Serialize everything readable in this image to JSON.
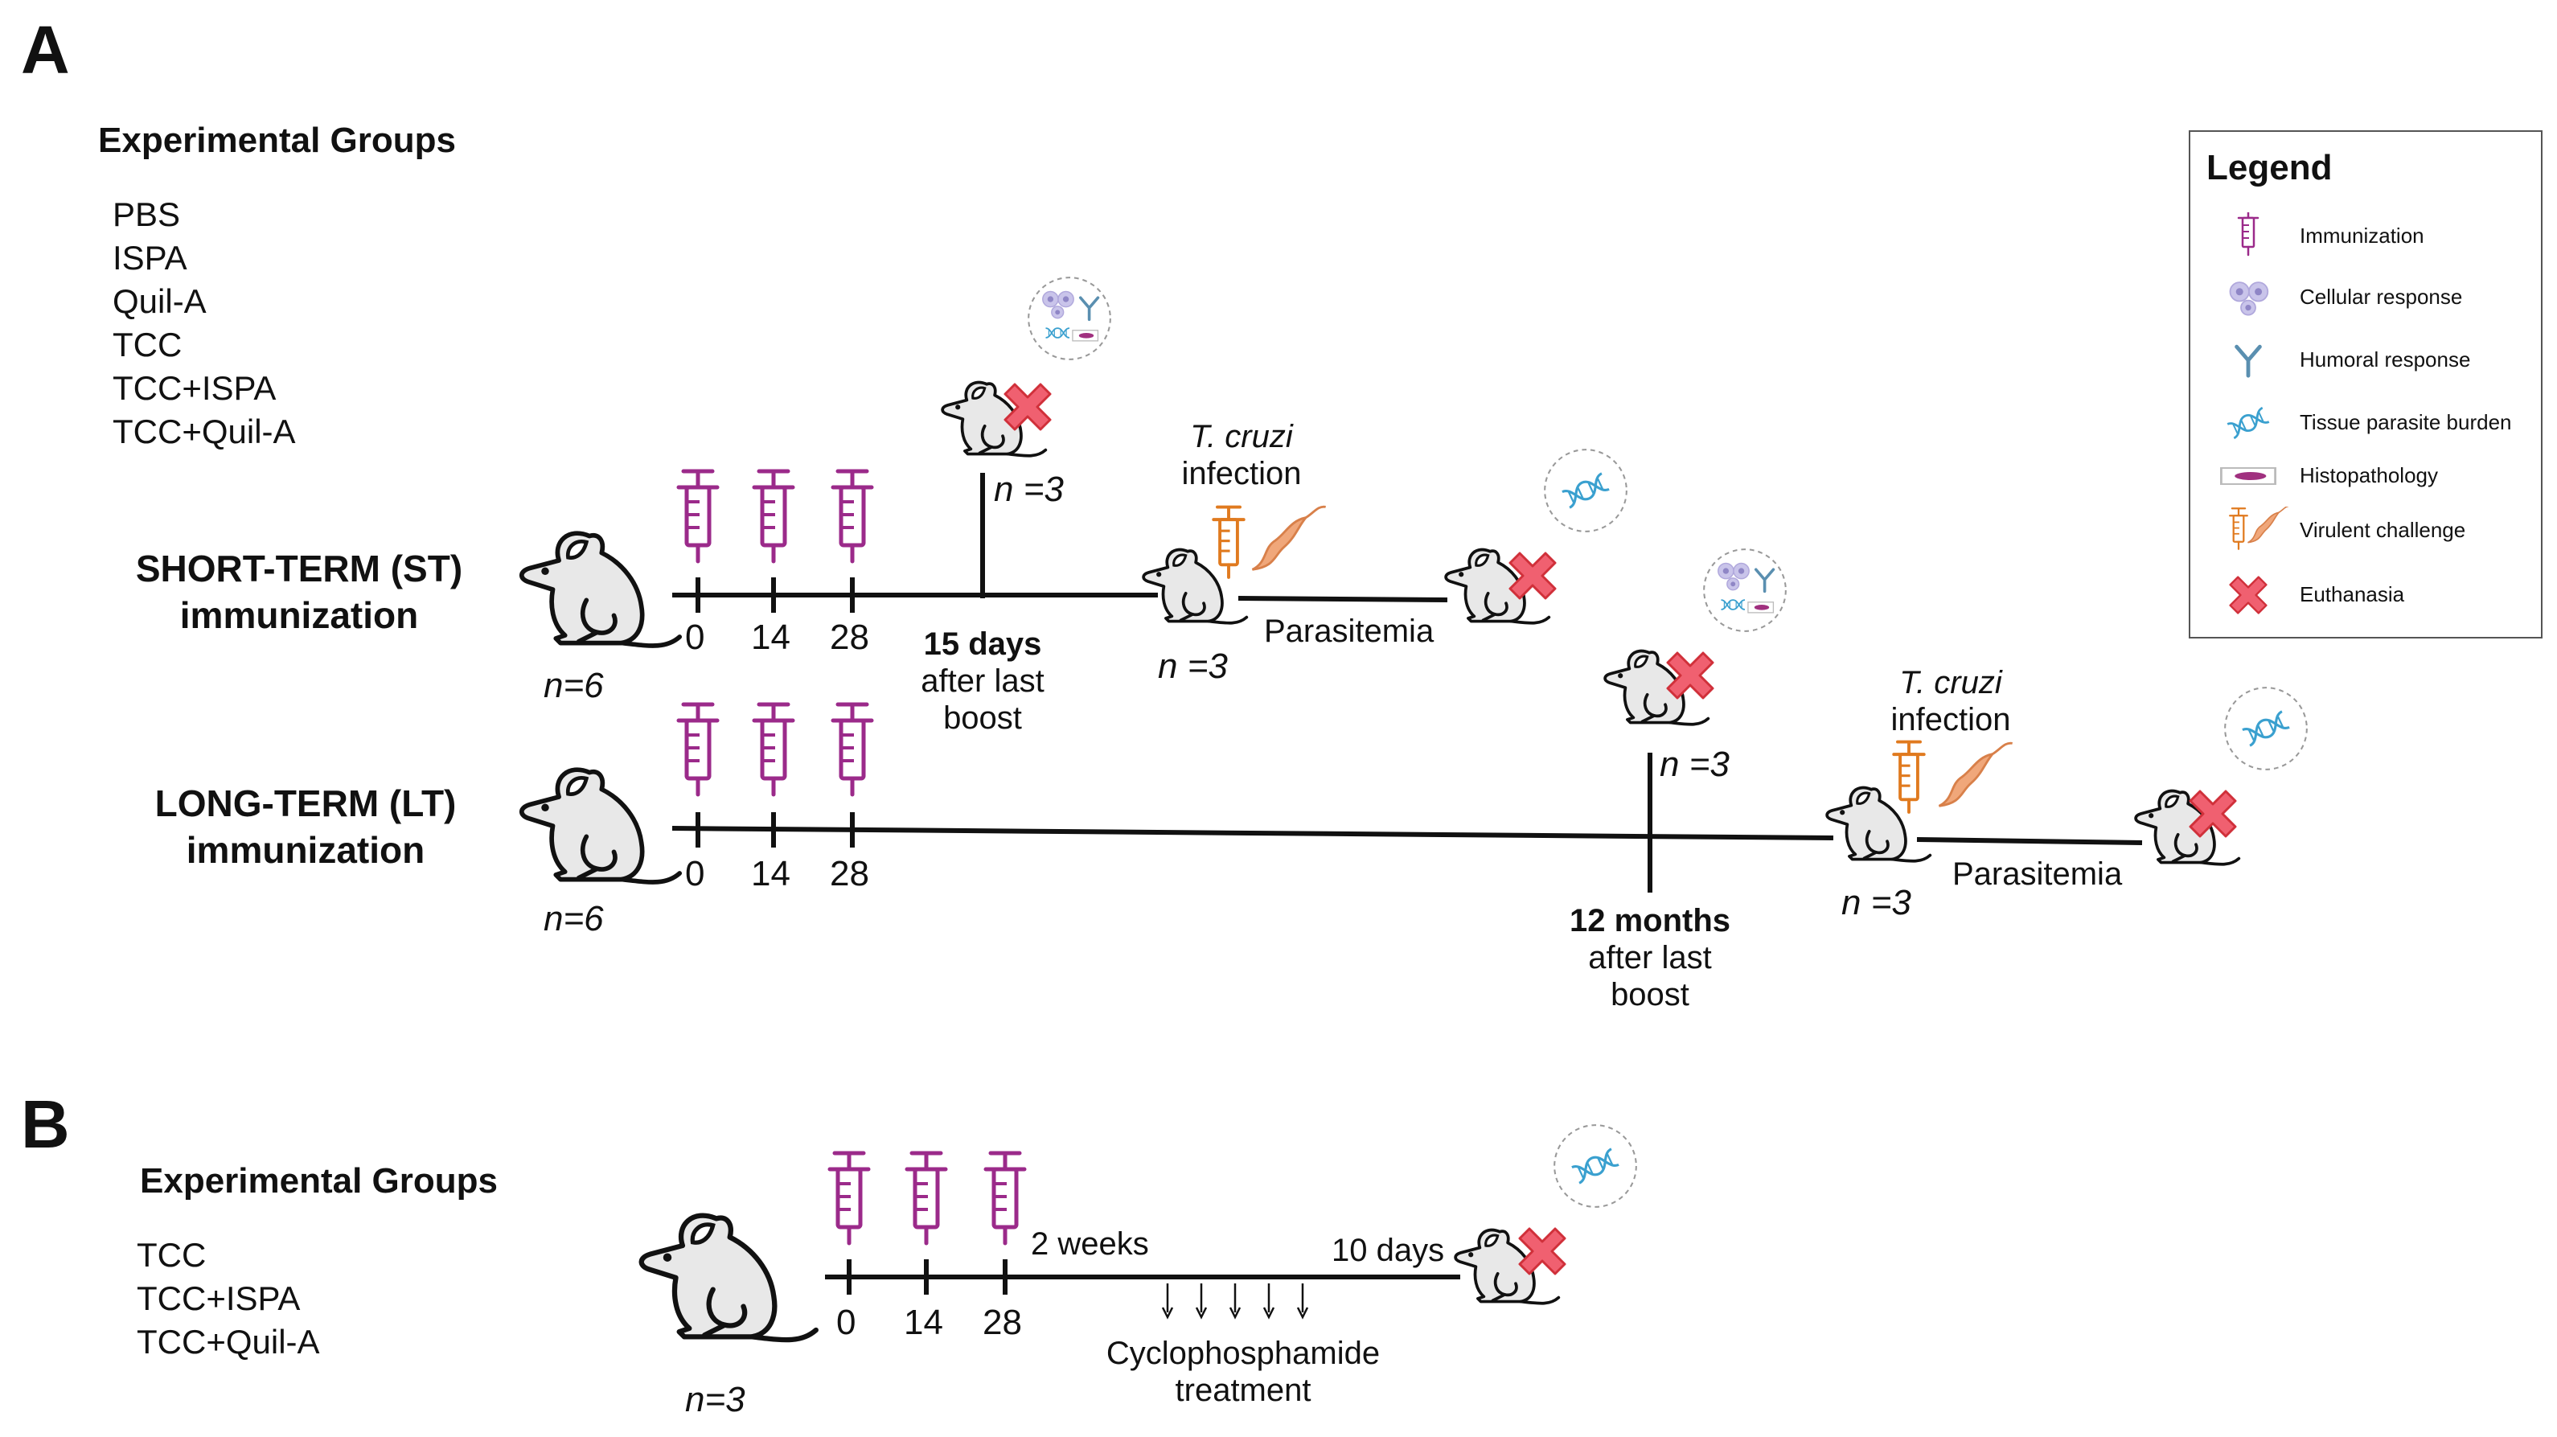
{
  "panelA": {
    "label": "A",
    "groups_heading": "Experimental Groups",
    "groups": [
      "PBS",
      "ISPA",
      "Quil-A",
      "TCC",
      "TCC+ISPA",
      "TCC+Quil-A"
    ],
    "short_term": {
      "title_line1": "SHORT-TERM (ST)",
      "title_line2": "immunization",
      "n_start": "n=6",
      "ticks": [
        "0",
        "14",
        "28"
      ],
      "interval_bold": "15 days",
      "interval_line2": "after last",
      "interval_line3": "boost",
      "n_sample": "n =3",
      "infection_line1": "T. cruzi",
      "infection_line2": "infection",
      "n_infected": "n =3",
      "parasitemia": "Parasitemia"
    },
    "long_term": {
      "title_line1": "LONG-TERM (LT)",
      "title_line2": "immunization",
      "n_start": "n=6",
      "ticks": [
        "0",
        "14",
        "28"
      ],
      "interval_bold": "12 months",
      "interval_line2": "after last",
      "interval_line3": "boost",
      "n_sample": "n =3",
      "infection_line1": "T. cruzi",
      "infection_line2": "infection",
      "n_infected": "n =3",
      "parasitemia": "Parasitemia"
    }
  },
  "legend": {
    "title": "Legend",
    "items": [
      {
        "label": "Immunization",
        "icon": "syringe-icon"
      },
      {
        "label": "Cellular response",
        "icon": "cells-icon"
      },
      {
        "label": "Humoral response",
        "icon": "antibody-icon"
      },
      {
        "label": "Tissue parasite burden",
        "icon": "dna-icon"
      },
      {
        "label": "Histopathology",
        "icon": "tissue-slide-icon"
      },
      {
        "label": "Virulent challenge",
        "icon": "syringe-parasite-icon"
      },
      {
        "label": "Euthanasia",
        "icon": "red-x-icon"
      }
    ]
  },
  "panelB": {
    "label": "B",
    "groups_heading": "Experimental Groups",
    "groups": [
      "TCC",
      "TCC+ISPA",
      "TCC+Quil-A"
    ],
    "n_start": "n=3",
    "ticks": [
      "0",
      "14",
      "28"
    ],
    "interval1": "2 weeks",
    "interval2": "10 days",
    "treatment_line1": "Cyclophosphamide",
    "treatment_line2": "treatment"
  },
  "colors": {
    "immunization": "#9b2a8a",
    "challenge": "#e07a1f",
    "parasite": "#f0a77a",
    "euthanasia": "#f06070",
    "euthanasia_stroke": "#d0303a",
    "cells": "#c9c4ea",
    "antibody": "#5a8fb0",
    "dna": "#3aa0cf",
    "histo": "#a0307f",
    "mouse_fill": "#e8e8e8",
    "bubble": "#999999"
  }
}
